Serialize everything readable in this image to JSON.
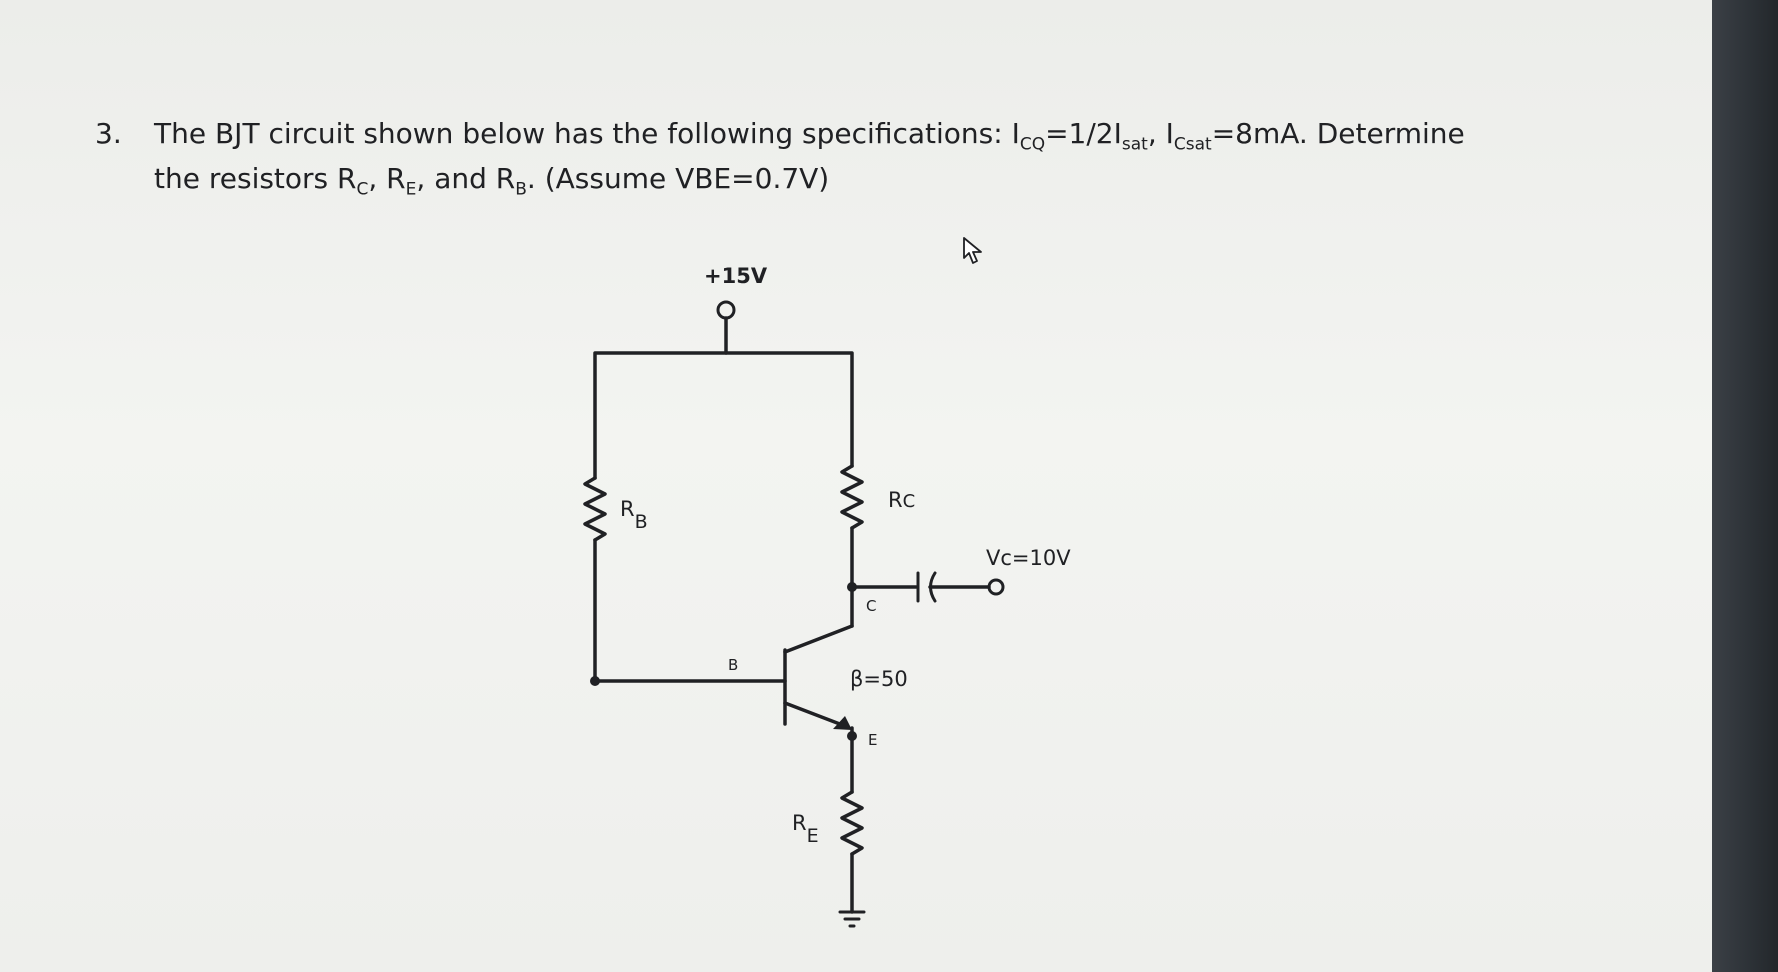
{
  "question": {
    "number": "3.",
    "line1": {
      "t1": "The BJT circuit shown below has the following specifications: I",
      "s1": "CQ",
      "t2": "=1/2I",
      "s2": "sat",
      "t3": ", I",
      "s3": "Csat",
      "t4": "=8mA. Determine"
    },
    "line2": {
      "t1": "the resistors R",
      "s1": "C",
      "t2": ", R",
      "s2": "E",
      "t3": ", and R",
      "s3": "B",
      "t4": ". (Assume VBE=0.7V)"
    }
  },
  "circuit": {
    "supply_label": "+15V",
    "rb": {
      "r": "R",
      "sub": "B"
    },
    "rc": {
      "r": "R",
      "sub": "C"
    },
    "re": {
      "r": "R",
      "sub": "E"
    },
    "output_label": "Vc=10V",
    "collector_label": "C",
    "base_label": "B",
    "emitter_label": "E",
    "beta_label": "β=50"
  },
  "colors": {
    "ink": "#202124",
    "screen": "#f2f3f0",
    "bezel": "#2c3136"
  }
}
